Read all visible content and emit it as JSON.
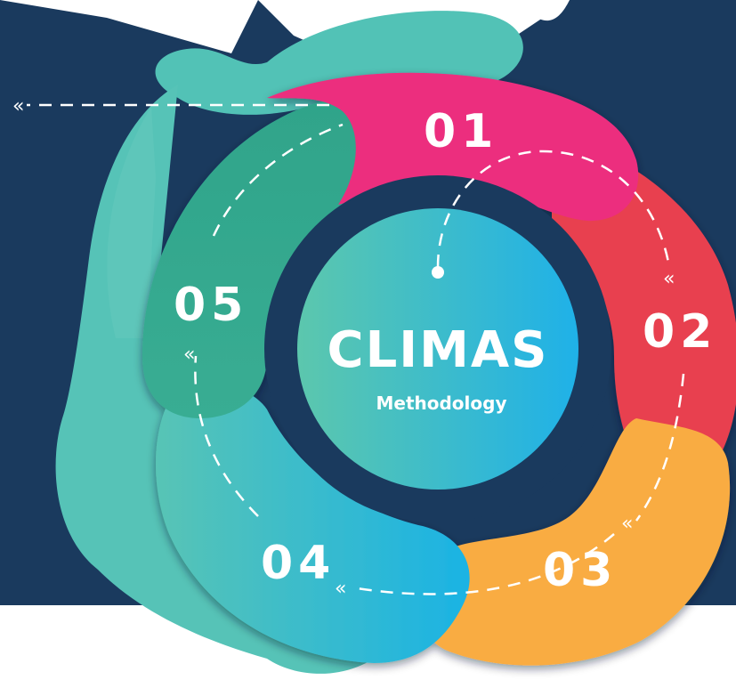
{
  "diagram": {
    "logo_text": "CLIMAS",
    "subtitle": "Methodology",
    "steps": [
      {
        "label": "01",
        "color": "#ec2d7e"
      },
      {
        "label": "02",
        "color": "#e8414f"
      },
      {
        "label": "03",
        "color": "#f9ac43"
      },
      {
        "label": "04",
        "color": "#27b5d8"
      },
      {
        "label": "05",
        "color": "#2eaa8f"
      }
    ],
    "colors": {
      "background_dark": "#1a3a5e",
      "teal_splash": "#52c2b6",
      "center_gradient_start": "#5cc7ad",
      "center_gradient_end": "#1fb1e8",
      "ring_gap": "#1a3a5e"
    },
    "icons": {
      "exit_arrow": "double-chevron-left-icon",
      "flow_arrows": "double-chevron-icon"
    }
  }
}
